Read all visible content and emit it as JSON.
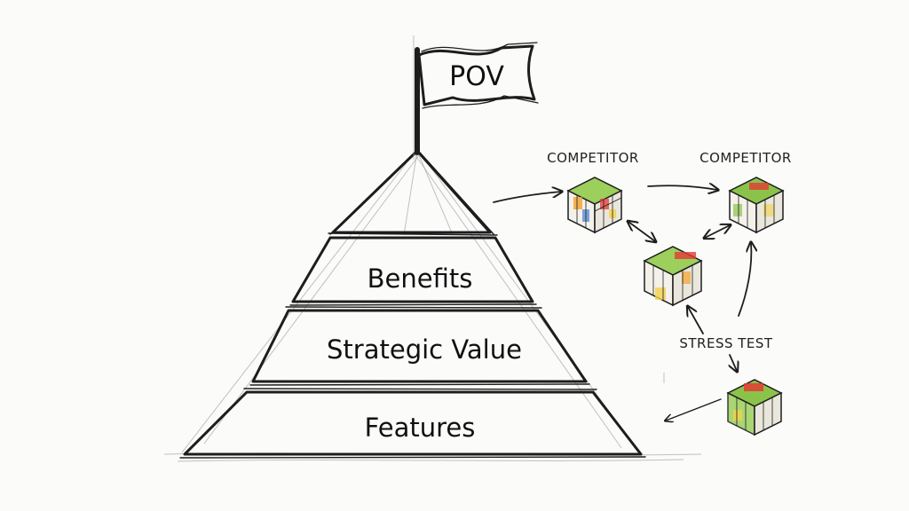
{
  "flag": {
    "label": "POV"
  },
  "pyramid": {
    "tiers": [
      {
        "label": "Benefits"
      },
      {
        "label": "Strategic Value"
      },
      {
        "label": "Features"
      }
    ]
  },
  "network": {
    "competitor_left_label": "COMPETITOR",
    "competitor_right_label": "COMPETITOR",
    "stress_test_label": "STRESS TEST"
  },
  "colors": {
    "ink": "#1d1d1d",
    "cube_green": "#8bc34a",
    "cube_red": "#e53935",
    "cube_orange": "#f4a12a",
    "cube_blue": "#5b8fd6",
    "cube_yellow": "#f2d24b"
  }
}
